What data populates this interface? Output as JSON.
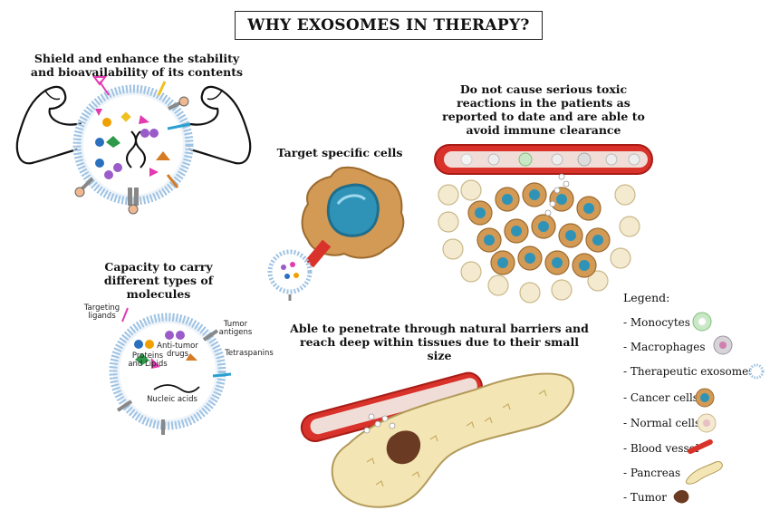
{
  "title": "WHY EXOSOMES IN THERAPY?",
  "captions": {
    "shield": "Shield and enhance the stability and bioavailability of its contents",
    "target": "Target specific cells",
    "toxic": "Do not cause serious toxic reactions in the patients as reported to date and are able to avoid immune clearance",
    "capacity": "Capacity to carry different types of molecules",
    "penetrate": "Able to penetrate through natural barriers and reach deep within tissues due to their small size"
  },
  "exosome_labels": {
    "targeting_ligands": "Targeting ligands",
    "tumor_antigens": "Tumor antigens",
    "anti_tumor_drugs": "Anti-tumor drugs",
    "proteins_lipids": "Proteins and Lipids",
    "tetraspanins": "Tetraspanins",
    "nucleic_acids": "Nucleic acids"
  },
  "legend": {
    "title": "Legend:",
    "items": [
      {
        "label": "- Monocytes",
        "icon": "monocyte-icon"
      },
      {
        "label": "- Macrophages",
        "icon": "macrophage-icon"
      },
      {
        "label": "- Therapeutic exosomes",
        "icon": "exosome-icon"
      },
      {
        "label": "- Cancer cells",
        "icon": "cancer-cell-icon"
      },
      {
        "label": "- Normal cells",
        "icon": "normal-cell-icon"
      },
      {
        "label": "- Blood vessel",
        "icon": "blood-vessel-icon"
      },
      {
        "label": "- Pancreas",
        "icon": "pancreas-icon"
      },
      {
        "label": "- Tumor",
        "icon": "tumor-icon"
      }
    ]
  },
  "colors": {
    "membrane": "#9fc3e3",
    "blood": "#d9322a",
    "cancer": "#d39a55",
    "nucleus": "#2f93b8",
    "normal": "#f4ead0",
    "pancreas": "#f3e6b4",
    "tumor": "#6b3a22"
  }
}
